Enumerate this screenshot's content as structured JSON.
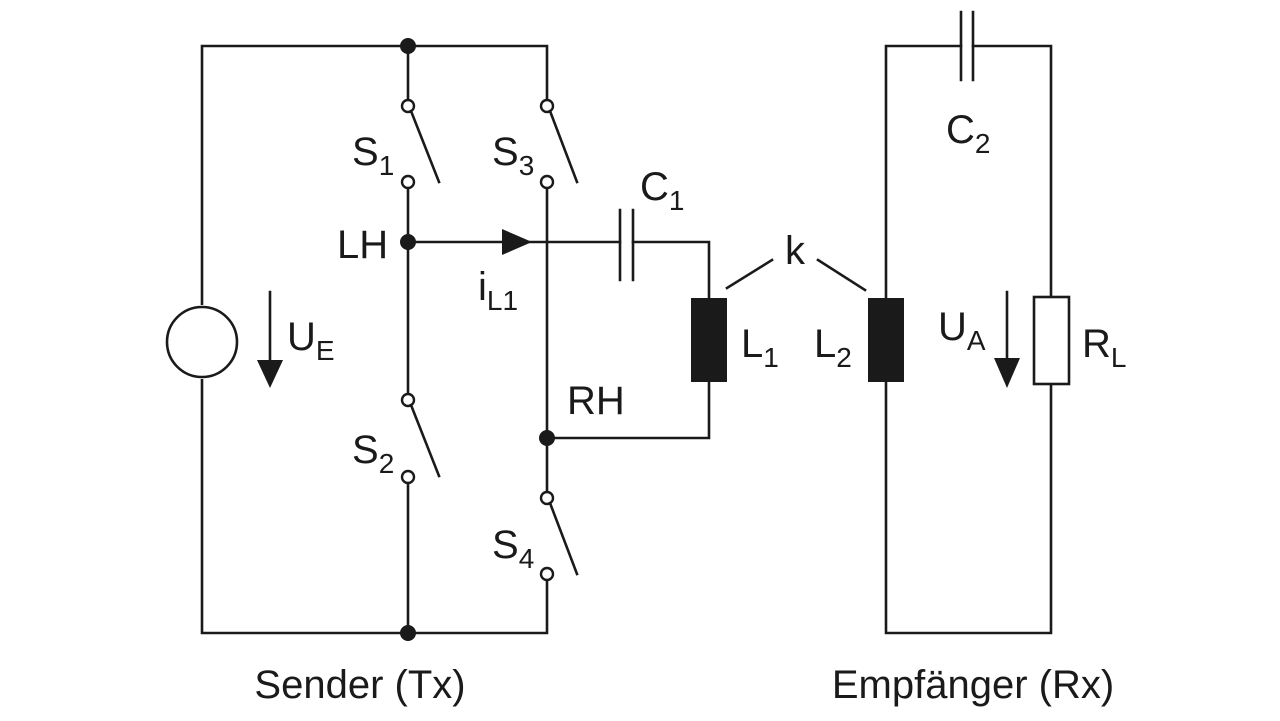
{
  "captions": {
    "sender": "Sender (Tx)",
    "receiver": "Empfänger (Rx)"
  },
  "labels": {
    "s1": {
      "main": "S",
      "sub": "1"
    },
    "s2": {
      "main": "S",
      "sub": "2"
    },
    "s3": {
      "main": "S",
      "sub": "3"
    },
    "s4": {
      "main": "S",
      "sub": "4"
    },
    "c1": {
      "main": "C",
      "sub": "1"
    },
    "c2": {
      "main": "C",
      "sub": "2"
    },
    "l1": {
      "main": "L",
      "sub": "1"
    },
    "l2": {
      "main": "L",
      "sub": "2"
    },
    "rl": {
      "main": "R",
      "sub": "L"
    },
    "ue": {
      "main": "U",
      "sub": "E"
    },
    "ua": {
      "main": "U",
      "sub": "A"
    },
    "il1": {
      "main": "i",
      "sub": "L1"
    },
    "lh": "LH",
    "rh": "RH",
    "k": "k"
  }
}
